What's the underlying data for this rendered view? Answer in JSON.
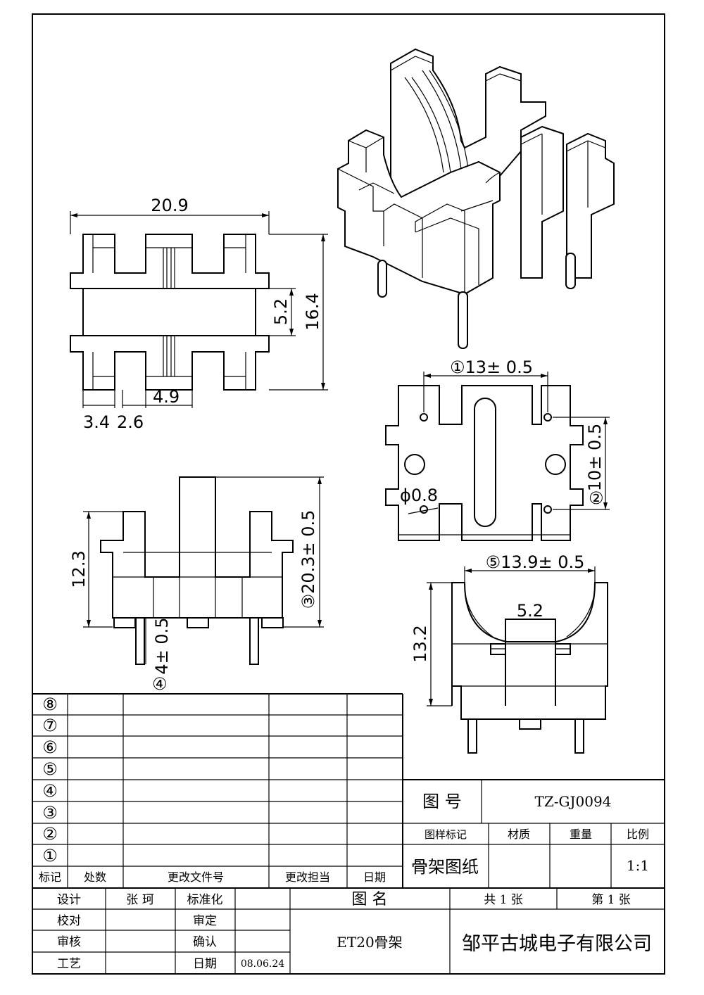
{
  "dimensions": {
    "top_width": "20.9",
    "top_gap": "5.2",
    "top_height": "16.4",
    "top_d1": "3.4",
    "top_d2": "2.6",
    "top_d3": "4.9",
    "pcb_pitch_x": "①13± 0.5",
    "pcb_pitch_y": "10± 0.5",
    "pcb_pitch_y_mark": "②",
    "pin_dia": "ϕ0.8",
    "front_height": "12.3",
    "front_total": "③20.3± 0.5",
    "pin_length": "4± 0.5",
    "pin_length_mark": "④",
    "side_width": "⑤13.9± 0.5",
    "side_slot": "5.2",
    "side_height": "13.2"
  },
  "revision_table": {
    "row_marks": [
      "⑧",
      "⑦",
      "⑥",
      "⑤",
      "④",
      "③",
      "②",
      "①"
    ],
    "headers": [
      "标记",
      "处数",
      "更改文件号",
      "更改担当",
      "日期"
    ]
  },
  "title_block": {
    "drawing_no_label": "图  号",
    "drawing_no": "TZ-GJ0094",
    "sample_mark_label": "图样标记",
    "material_label": "材质",
    "weight_label": "重量",
    "scale_label": "比例",
    "drawing_type": "骨架图纸",
    "scale": "1:1",
    "design_label": "设计",
    "designer": "张  珂",
    "standard_label": "标准化",
    "drawing_name_label": "图  名",
    "total_sheets": "共  1  张",
    "sheet_no": "第  1  张",
    "check_label": "校对",
    "approve_label": "审定",
    "review_label": "审核",
    "confirm_label": "确认",
    "process_label": "工艺",
    "date_label": "日期",
    "date": "08.06.24",
    "part_name": "ET20骨架",
    "company": "邹平古城电子有限公司"
  }
}
